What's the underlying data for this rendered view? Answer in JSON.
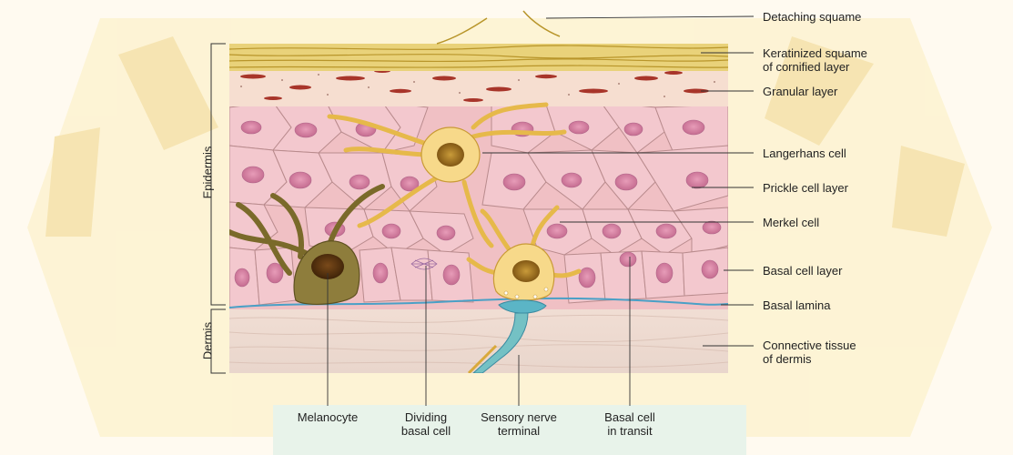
{
  "labels": {
    "detaching_squame": "Detaching squame",
    "keratinized_line1": "Keratinized squame",
    "keratinized_line2": "of cornified layer",
    "granular_layer": "Granular layer",
    "langerhans_cell": "Langerhans cell",
    "prickle_cell_layer": "Prickle cell layer",
    "merkel_cell": "Merkel cell",
    "basal_cell_layer": "Basal cell layer",
    "basal_lamina": "Basal lamina",
    "connective_line1": "Connective tissue",
    "connective_line2": "of dermis",
    "melanocyte": "Melanocyte",
    "dividing_line1": "Dividing",
    "dividing_line2": "basal cell",
    "sensory_line1": "Sensory nerve",
    "sensory_line2": "terminal",
    "transit_line1": "Basal cell",
    "transit_line2": "in transit",
    "epidermis": "Epidermis",
    "dermis": "Dermis"
  },
  "colors": {
    "background_wash": "#fdf3c8",
    "watermark": "#f3d990",
    "keratin": "#d9b94e",
    "granular_bg": "#f5dcc8",
    "granule": "#a8352a",
    "prickle_cell": "#f2c6cc",
    "cell_outline": "#b58a8a",
    "nucleus": "#d98aa8",
    "dendritic_cell": "#f5d27a",
    "melanocyte_body": "#8a7a3a",
    "basal_lamina": "#5aa7c8",
    "dermis": "#eedcd3",
    "nerve": "#7fc6c8"
  }
}
